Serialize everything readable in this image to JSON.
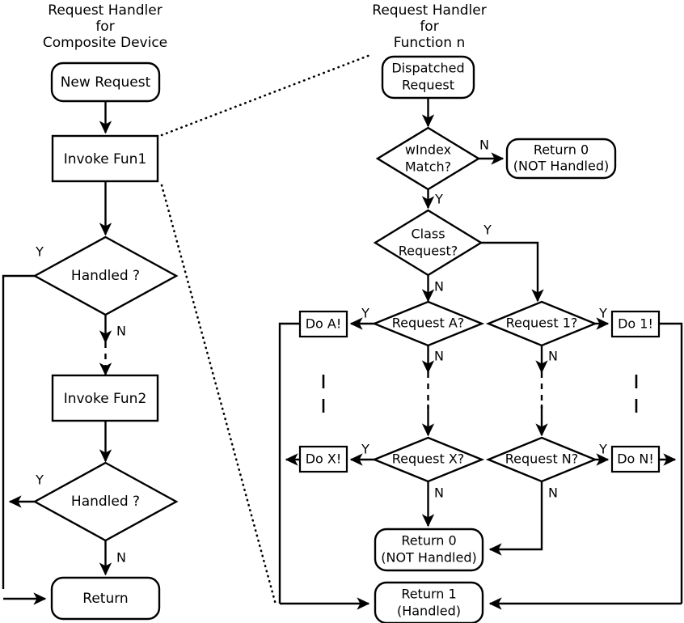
{
  "diagram": {
    "type": "flowchart",
    "title_left": [
      "Request Handler",
      "for",
      "Composite Device"
    ],
    "title_right": [
      "Request Handler",
      "for",
      "Function n"
    ],
    "left_panel": {
      "title_line1": "Request Handler",
      "title_line2": "for",
      "title_line3": "Composite Device",
      "nodes": [
        {
          "id": "new-request",
          "shape": "terminator",
          "label": "New Request"
        },
        {
          "id": "invoke-fun1",
          "shape": "process",
          "label": "Invoke Fun1"
        },
        {
          "id": "handled-1",
          "shape": "decision",
          "label": "Handled ?"
        },
        {
          "id": "invoke-fun2",
          "shape": "process",
          "label": "Invoke Fun2"
        },
        {
          "id": "handled-2",
          "shape": "decision",
          "label": "Handled ?"
        },
        {
          "id": "return",
          "shape": "terminator",
          "label": "Return"
        }
      ],
      "branch_labels": {
        "handled1_yes": "Y",
        "handled1_no": "N",
        "handled2_yes": "Y",
        "handled2_no": "N"
      }
    },
    "right_panel": {
      "title_line1": "Request Handler",
      "title_line2": "for",
      "title_line3": "Function n",
      "nodes": [
        {
          "id": "dispatched-request",
          "shape": "terminator",
          "label_line1": "Dispatched",
          "label_line2": "Request"
        },
        {
          "id": "windex-match",
          "shape": "decision",
          "label_line1": "wIndex",
          "label_line2": "Match?"
        },
        {
          "id": "return-0-top",
          "shape": "terminator",
          "label_line1": "Return 0",
          "label_line2": "(NOT Handled)"
        },
        {
          "id": "class-request",
          "shape": "decision",
          "label_line1": "Class",
          "label_line2": "Request?"
        },
        {
          "id": "request-a",
          "shape": "decision",
          "label": "Request A?"
        },
        {
          "id": "request-1",
          "shape": "decision",
          "label": "Request 1?"
        },
        {
          "id": "do-a",
          "shape": "process",
          "label": "Do A!"
        },
        {
          "id": "do-1",
          "shape": "process",
          "label": "Do 1!"
        },
        {
          "id": "request-x",
          "shape": "decision",
          "label": "Request X?"
        },
        {
          "id": "request-n",
          "shape": "decision",
          "label": "Request N?"
        },
        {
          "id": "do-x",
          "shape": "process",
          "label": "Do X!"
        },
        {
          "id": "do-n",
          "shape": "process",
          "label": "Do N!"
        },
        {
          "id": "return-0-bottom",
          "shape": "terminator",
          "label_line1": "Return 0",
          "label_line2": "(NOT Handled)"
        },
        {
          "id": "return-1",
          "shape": "terminator",
          "label_line1": "Return 1",
          "label_line2": "(Handled)"
        }
      ],
      "branch_labels": {
        "windex_no": "N",
        "windex_yes": "Y",
        "class_yes": "Y",
        "class_no": "N",
        "request_a_yes": "Y",
        "request_a_no": "N",
        "request_1_yes": "Y",
        "request_1_no": "N",
        "request_x_yes": "Y",
        "request_x_no": "N",
        "request_n_yes": "Y",
        "request_n_no": "N"
      }
    },
    "colors": {
      "stroke": "#000000",
      "fill": "#ffffff",
      "background": "#ffffff"
    }
  }
}
